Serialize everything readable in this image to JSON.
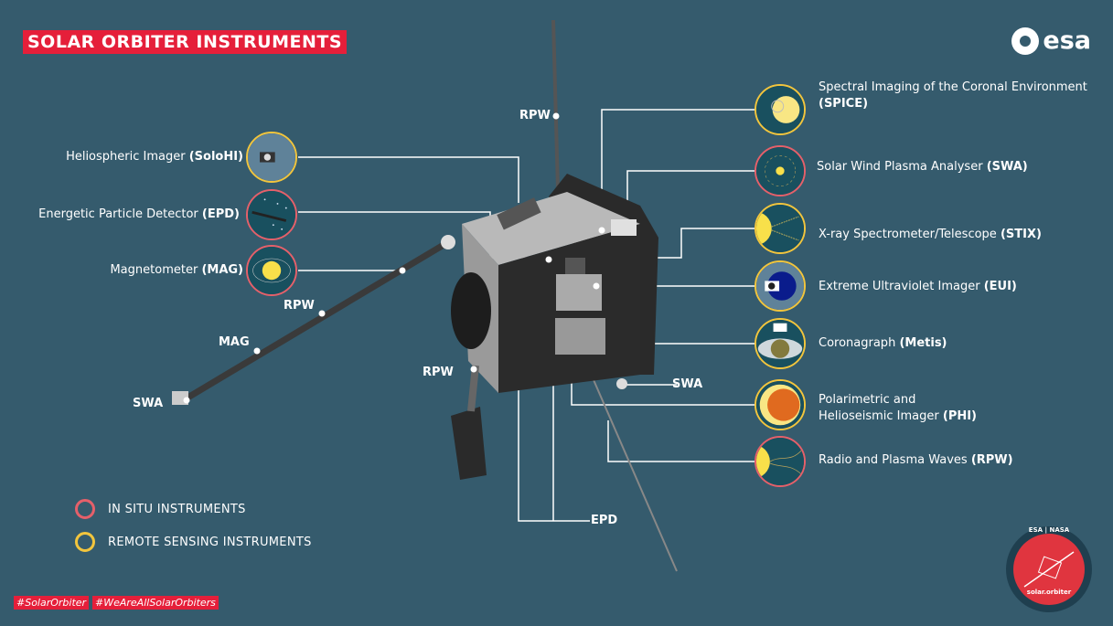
{
  "title": "SOLAR ORBITER INSTRUMENTS",
  "logo": "esa",
  "left_instruments": [
    {
      "name": "Heliospheric Imager",
      "abbr": "(SoloHI)",
      "type": "remote"
    },
    {
      "name": "Energetic Particle Detector",
      "abbr": "(EPD)",
      "type": "insitu"
    },
    {
      "name": "Magnetometer",
      "abbr": "(MAG)",
      "type": "insitu"
    }
  ],
  "right_instruments": [
    {
      "name": "Spectral Imaging of the Coronal Environment",
      "abbr": "(SPICE)",
      "type": "remote"
    },
    {
      "name": "Solar Wind Plasma Analyser",
      "abbr": "(SWA)",
      "type": "insitu"
    },
    {
      "name": "X-ray Spectrometer/Telescope",
      "abbr": "(STIX)",
      "type": "remote"
    },
    {
      "name": "Extreme Ultraviolet Imager",
      "abbr": "(EUI)",
      "type": "remote"
    },
    {
      "name": "Coronagraph",
      "abbr": "(Metis)",
      "type": "remote"
    },
    {
      "name": "Polarimetric and Helioseismic Imager",
      "name1": "Polarimetric and",
      "name2": "Helioseismic Imager",
      "abbr": "(PHI)",
      "type": "remote"
    },
    {
      "name": "Radio and Plasma Waves",
      "abbr": "(RPW)",
      "type": "insitu"
    }
  ],
  "spacecraft_labels": [
    "RPW",
    "RPW",
    "MAG",
    "SWA",
    "RPW",
    "SWA",
    "EPD"
  ],
  "legend": [
    {
      "label": "IN SITU INSTRUMENTS",
      "color": "#e5606a"
    },
    {
      "label": "REMOTE SENSING INSTRUMENTS",
      "color": "#f2c53d"
    }
  ],
  "hashtags": [
    "#SolarOrbiter",
    "#WeAreAllSolarOrbiters"
  ],
  "badge": {
    "top": "ESA | NASA",
    "bottom": "solar.orbiter"
  }
}
